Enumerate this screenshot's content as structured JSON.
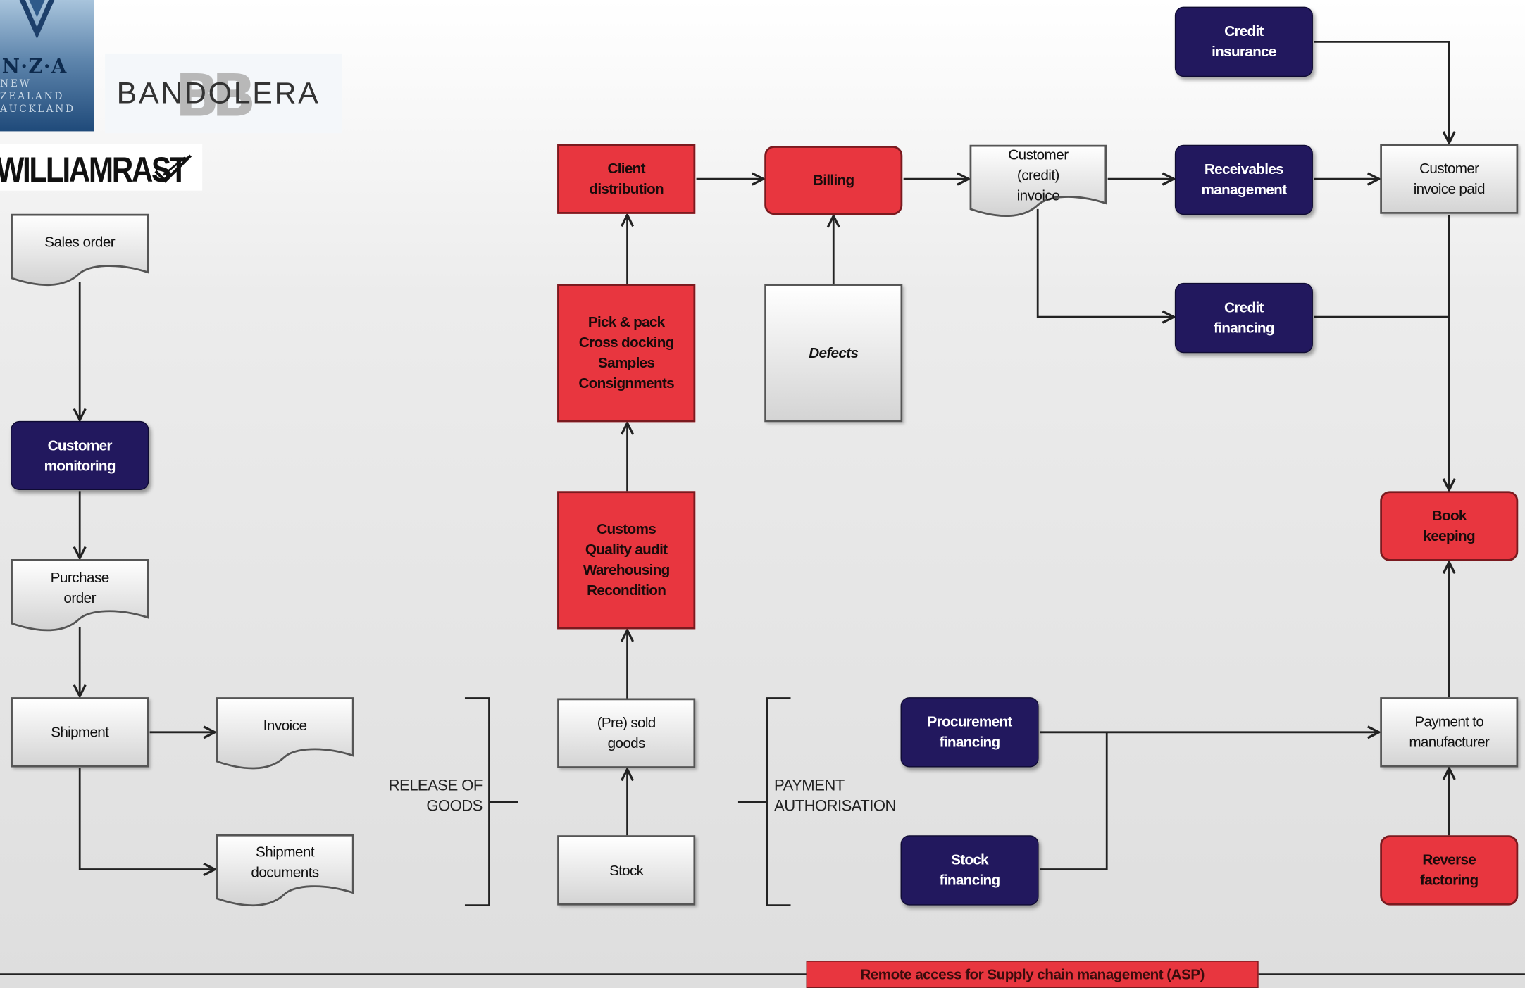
{
  "colors": {
    "red": "#e8363f",
    "navy": "#22185e",
    "grey": "#e0e0e0",
    "line": "#222222"
  },
  "logos": {
    "nza": "N·Z·A",
    "nza_sub": "NEW ZEALAND\nAUCKLAND",
    "bandolera": "BANDOLERA",
    "bandolera_mono": "BB",
    "williamrast": "WILLIAMRAST"
  },
  "nodes": {
    "sales_order": "Sales order",
    "customer_monitoring": "Customer\nmonitoring",
    "purchase_order": "Purchase\norder",
    "shipment": "Shipment",
    "invoice": "Invoice",
    "shipment_documents": "Shipment\ndocuments",
    "client_distribution": "Client\ndistribution",
    "pick_pack": "Pick & pack\nCross docking\nSamples\nConsignments",
    "customs": "Customs\nQuality audit\nWarehousing\nRecondition",
    "pre_sold_goods": "(Pre) sold\ngoods",
    "stock": "Stock",
    "billing": "Billing",
    "defects": "Defects",
    "customer_credit_invoice": "Customer\n(credit)\ninvoice",
    "credit_insurance": "Credit\ninsurance",
    "receivables_management": "Receivables\nmanagement",
    "credit_financing": "Credit\nfinancing",
    "customer_invoice_paid": "Customer\ninvoice paid",
    "book_keeping": "Book\nkeeping",
    "procurement_financing": "Procurement\nfinancing",
    "stock_financing": "Stock\nfinancing",
    "payment_to_manufacturer": "Payment to\nmanufacturer",
    "reverse_factoring": "Reverse\nfactoring"
  },
  "brackets": {
    "release_of_goods": "RELEASE OF\nGOODS",
    "payment_authorisation": "PAYMENT\nAUTHORISATION"
  },
  "footer": {
    "asp": "Remote access for Supply chain management (ASP)"
  }
}
